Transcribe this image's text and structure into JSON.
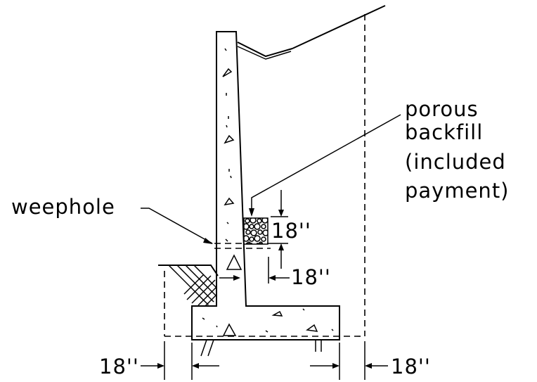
{
  "labels": {
    "porous_line1": "porous",
    "porous_line2": "backfill",
    "porous_line3": "(included",
    "porous_line4": "payment)",
    "weephole": "weephole",
    "dim_vertical": "18''",
    "dim_horizontal": "18''",
    "dim_bottom_left": "18''",
    "dim_bottom_right": "18''"
  }
}
